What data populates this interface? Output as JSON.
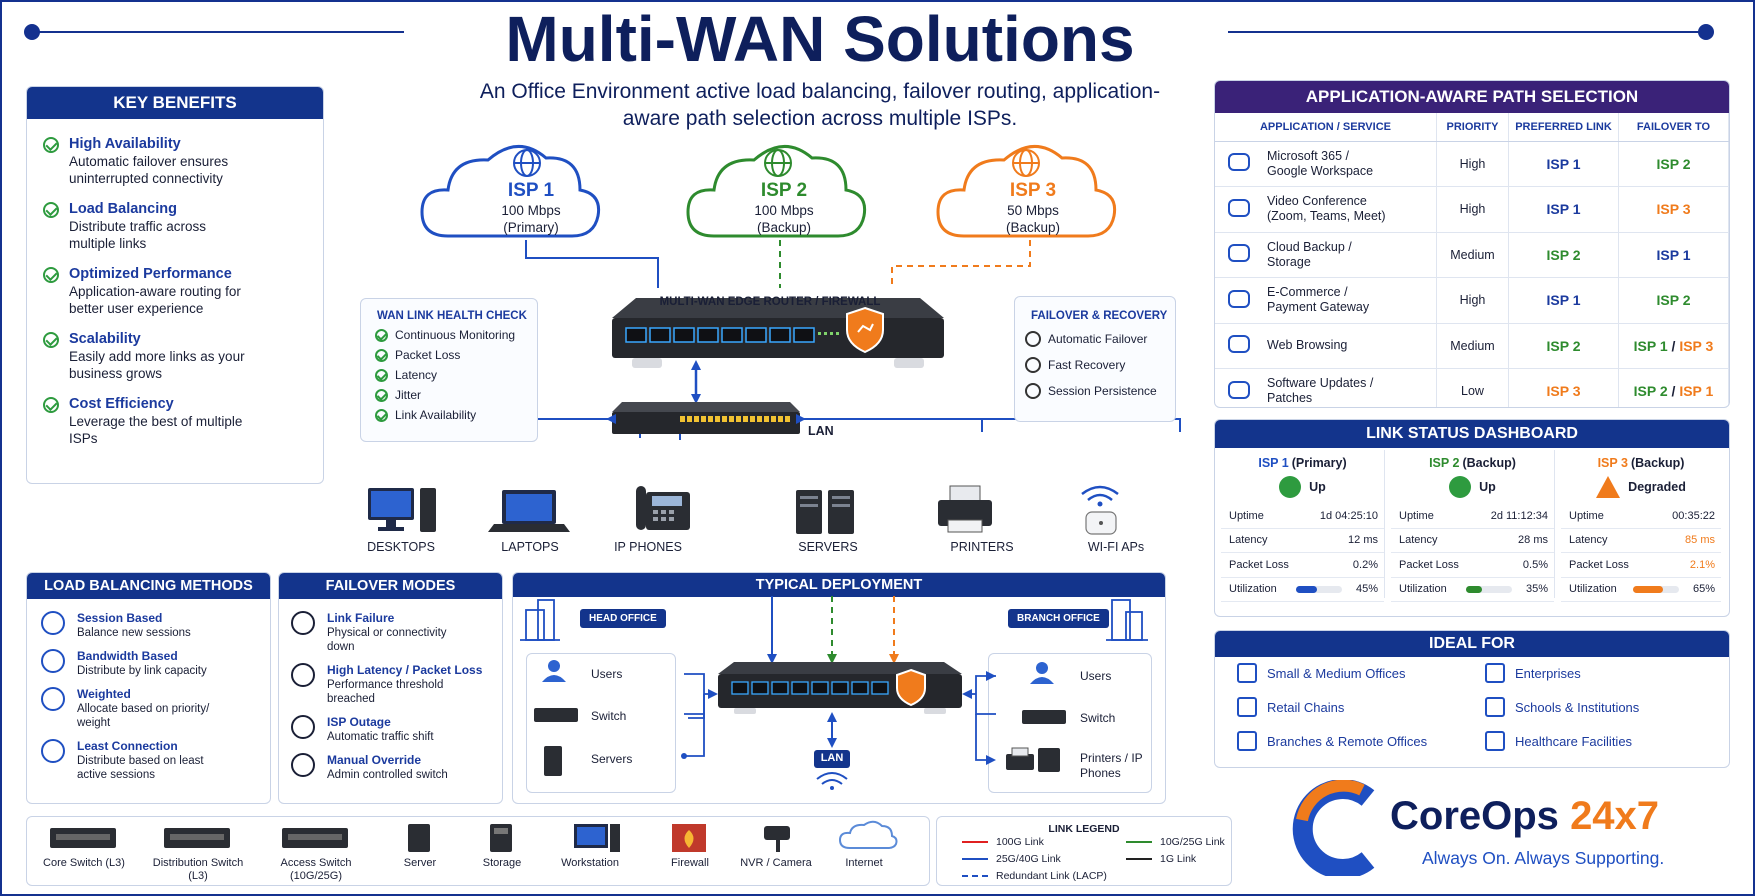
{
  "header": {
    "title": "Multi-WAN Solutions",
    "subtitle": "An Office Environment active load balancing, failover routing, application-aware path selection across multiple ISPs."
  },
  "key_benefits": {
    "title": "KEY BENEFITS",
    "items": [
      {
        "title": "High Availability",
        "desc": "Automatic failover ensures uninterrupted connectivity"
      },
      {
        "title": "Load Balancing",
        "desc": "Distribute traffic across multiple links"
      },
      {
        "title": "Optimized Performance",
        "desc": "Application-aware routing for better user experience"
      },
      {
        "title": "Scalability",
        "desc": "Easily add more links as your business grows"
      },
      {
        "title": "Cost Efficiency",
        "desc": "Leverage the best of multiple ISPs"
      }
    ]
  },
  "isps": [
    {
      "name": "ISP 1",
      "speed": "100 Mbps",
      "role": "(Primary)",
      "color": "#1f4fc2"
    },
    {
      "name": "ISP 2",
      "speed": "100 Mbps",
      "role": "(Backup)",
      "color": "#2e8b2e"
    },
    {
      "name": "ISP 3",
      "speed": "50 Mbps",
      "role": "(Backup)",
      "color": "#f07b1c"
    }
  ],
  "router_label": "MULTI-WAN EDGE ROUTER / FIREWALL",
  "lan_label": "LAN",
  "health_check": {
    "title": "WAN LINK HEALTH CHECK",
    "items": [
      "Continuous Monitoring",
      "Packet Loss",
      "Latency",
      "Jitter",
      "Link Availability"
    ]
  },
  "failover_recovery": {
    "title": "FAILOVER & RECOVERY",
    "items": [
      "Automatic Failover",
      "Fast Recovery",
      "Session Persistence"
    ]
  },
  "devices": [
    "DESKTOPS",
    "LAPTOPS",
    "IP PHONES",
    "SERVERS",
    "PRINTERS",
    "WI-FI APs"
  ],
  "app_aware": {
    "title": "APPLICATION-AWARE PATH SELECTION",
    "headers": [
      "APPLICATION / SERVICE",
      "PRIORITY",
      "PREFERRED LINK",
      "FAILOVER TO"
    ],
    "rows": [
      {
        "icon": "cloud-icon",
        "app_l1": "Microsoft 365 /",
        "app_l2": "Google Workspace",
        "priority": "High",
        "preferred": "ISP 1",
        "pref_class": "isp1",
        "fail1": "ISP 2",
        "fail1_class": "isp2",
        "sep": "",
        "fail2": "",
        "fail2_class": ""
      },
      {
        "icon": "video-icon",
        "app_l1": "Video Conference",
        "app_l2": "(Zoom, Teams, Meet)",
        "priority": "High",
        "preferred": "ISP 1",
        "pref_class": "isp1",
        "fail1": "ISP 3",
        "fail1_class": "isp3",
        "sep": "",
        "fail2": "",
        "fail2_class": ""
      },
      {
        "icon": "cloud-upload-icon",
        "app_l1": "Cloud Backup /",
        "app_l2": "Storage",
        "priority": "Medium",
        "preferred": "ISP 2",
        "pref_class": "isp2",
        "fail1": "ISP 1",
        "fail1_class": "isp1",
        "sep": "",
        "fail2": "",
        "fail2_class": ""
      },
      {
        "icon": "cart-icon",
        "app_l1": "E-Commerce /",
        "app_l2": "Payment Gateway",
        "priority": "High",
        "preferred": "ISP 1",
        "pref_class": "isp1",
        "fail1": "ISP 2",
        "fail1_class": "isp2",
        "sep": "",
        "fail2": "",
        "fail2_class": ""
      },
      {
        "icon": "globe-icon",
        "app_l1": "Web Browsing",
        "app_l2": "",
        "priority": "Medium",
        "preferred": "ISP 2",
        "pref_class": "isp2",
        "fail1": "ISP 1",
        "fail1_class": "isp2",
        "sep": " / ",
        "fail2": "ISP 3",
        "fail2_class": "isp3"
      },
      {
        "icon": "download-icon",
        "app_l1": "Software Updates /",
        "app_l2": "Patches",
        "priority": "Low",
        "preferred": "ISP 3",
        "pref_class": "isp3",
        "fail1": "ISP 2",
        "fail1_class": "isp2",
        "sep": " / ",
        "fail2": "ISP 1",
        "fail2_class": "isp3"
      }
    ]
  },
  "link_status": {
    "title": "LINK STATUS DASHBOARD",
    "row_labels": [
      "Uptime",
      "Latency",
      "Packet Loss",
      "Utilization"
    ],
    "links": [
      {
        "name": "ISP 1",
        "role": "(Primary)",
        "status": "Up",
        "uptime": "1d 04:25:10",
        "latency": "12 ms",
        "loss": "0.2%",
        "util": "45%",
        "util_frac": 0.45,
        "color": "#1f4fc2"
      },
      {
        "name": "ISP 2",
        "role": "(Backup)",
        "status": "Up",
        "uptime": "2d 11:12:34",
        "latency": "28 ms",
        "loss": "0.5%",
        "util": "35%",
        "util_frac": 0.35,
        "color": "#2e8b2e"
      },
      {
        "name": "ISP 3",
        "role": "(Backup)",
        "status": "Degraded",
        "uptime": "00:35:22",
        "latency": "85 ms",
        "loss": "2.1%",
        "util": "65%",
        "util_frac": 0.65,
        "color": "#f07b1c"
      }
    ]
  },
  "ideal_for": {
    "title": "IDEAL FOR",
    "items": [
      "Small & Medium Offices",
      "Enterprises",
      "Retail Chains",
      "Schools & Institutions",
      "Branches & Remote Offices",
      "Healthcare Facilities"
    ]
  },
  "lb_methods": {
    "title": "LOAD BALANCING METHODS",
    "items": [
      {
        "title": "Session Based",
        "desc": "Balance new sessions"
      },
      {
        "title": "Bandwidth Based",
        "desc": "Distribute by link capacity"
      },
      {
        "title": "Weighted",
        "desc": "Allocate based on priority/ weight"
      },
      {
        "title": "Least Connection",
        "desc": "Distribute based on least active sessions"
      }
    ]
  },
  "failover_modes": {
    "title": "FAILOVER MODES",
    "items": [
      {
        "title": "Link Failure",
        "desc": "Physical or connectivity down"
      },
      {
        "title": "High Latency / Packet Loss",
        "desc": "Performance threshold breached"
      },
      {
        "title": "ISP Outage",
        "desc": "Automatic traffic shift"
      },
      {
        "title": "Manual Override",
        "desc": "Admin controlled switch"
      }
    ]
  },
  "deployment": {
    "title": "TYPICAL DEPLOYMENT",
    "head_office": "HEAD OFFICE",
    "branch_office": "BRANCH OFFICE",
    "left_items": [
      "Users",
      "Switch",
      "Servers"
    ],
    "right_items": [
      "Users",
      "Switch",
      "Printers / IP Phones"
    ],
    "lan": "LAN"
  },
  "bottom_devices": [
    "Core Switch (L3)",
    "Distribution Switch (L3)",
    "Access Switch (10G/25G)",
    "Server",
    "Storage",
    "Workstation",
    "Firewall",
    "NVR / Camera",
    "Internet"
  ],
  "legend": {
    "title": "LINK LEGEND",
    "items": [
      {
        "label": "100G Link",
        "color": "#e02020",
        "style": "solid"
      },
      {
        "label": "10G/25G Link",
        "color": "#2e8b2e",
        "style": "solid"
      },
      {
        "label": "25G/40G Link",
        "color": "#1f4fc2",
        "style": "solid"
      },
      {
        "label": "1G Link",
        "color": "#222222",
        "style": "solid"
      },
      {
        "label": "Redundant Link (LACP)",
        "color": "#1f4fc2",
        "style": "dashed"
      }
    ]
  },
  "brand": {
    "name": "CoreOps",
    "name_accent": "24x7",
    "tagline": "Always On. Always Supporting."
  }
}
